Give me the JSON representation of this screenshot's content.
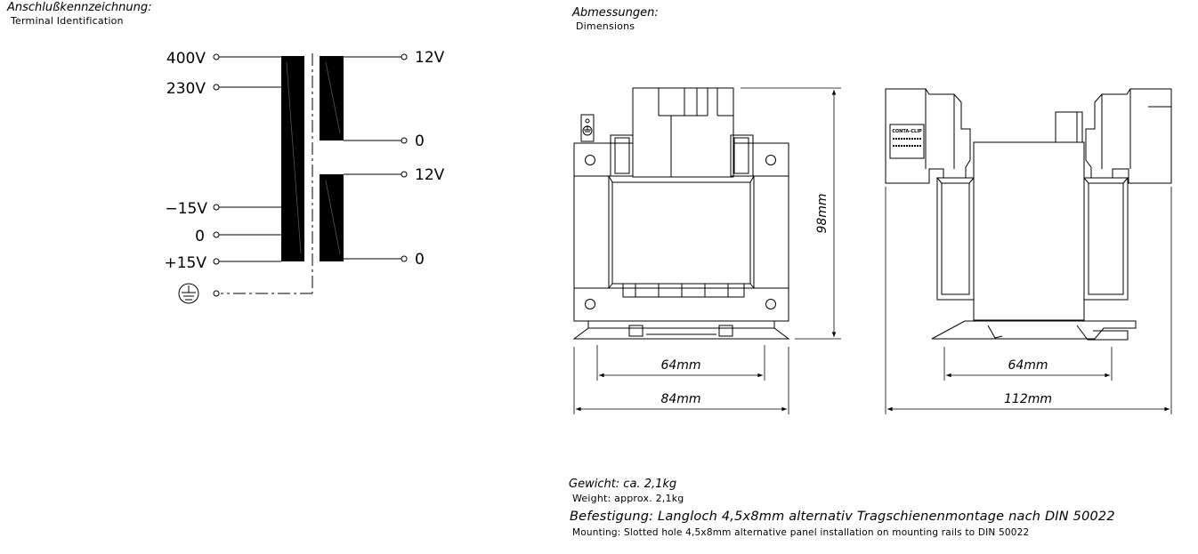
{
  "terminal": {
    "title_de": "Anschlußkennzeichnung:",
    "title_en": "Terminal  Identification",
    "primary": [
      "400V",
      "230V",
      "−15V",
      "0",
      "+15V"
    ],
    "secondary": [
      "12V",
      "0",
      "12V",
      "0"
    ],
    "earth_icon": "earth-ground-icon"
  },
  "dimensions": {
    "title_de": "Abmessungen:",
    "title_en": "Dimensions",
    "height": "98mm",
    "front_inner": "64mm",
    "front_outer": "84mm",
    "side_inner": "64mm",
    "side_outer": "112mm",
    "brand": "CONTA-CLIP"
  },
  "weight": {
    "de": "Gewicht: ca. 2,1kg",
    "en": "Weight:  approx.  2,1kg"
  },
  "mounting": {
    "de": "Befestigung: Langloch 4,5x8mm alternativ Tragschienenmontage nach DIN 50022",
    "en": "Mounting:  Slotted  hole  4,5x8mm  alternative  panel  installation  on  mounting  rails  to  DIN  50022"
  }
}
